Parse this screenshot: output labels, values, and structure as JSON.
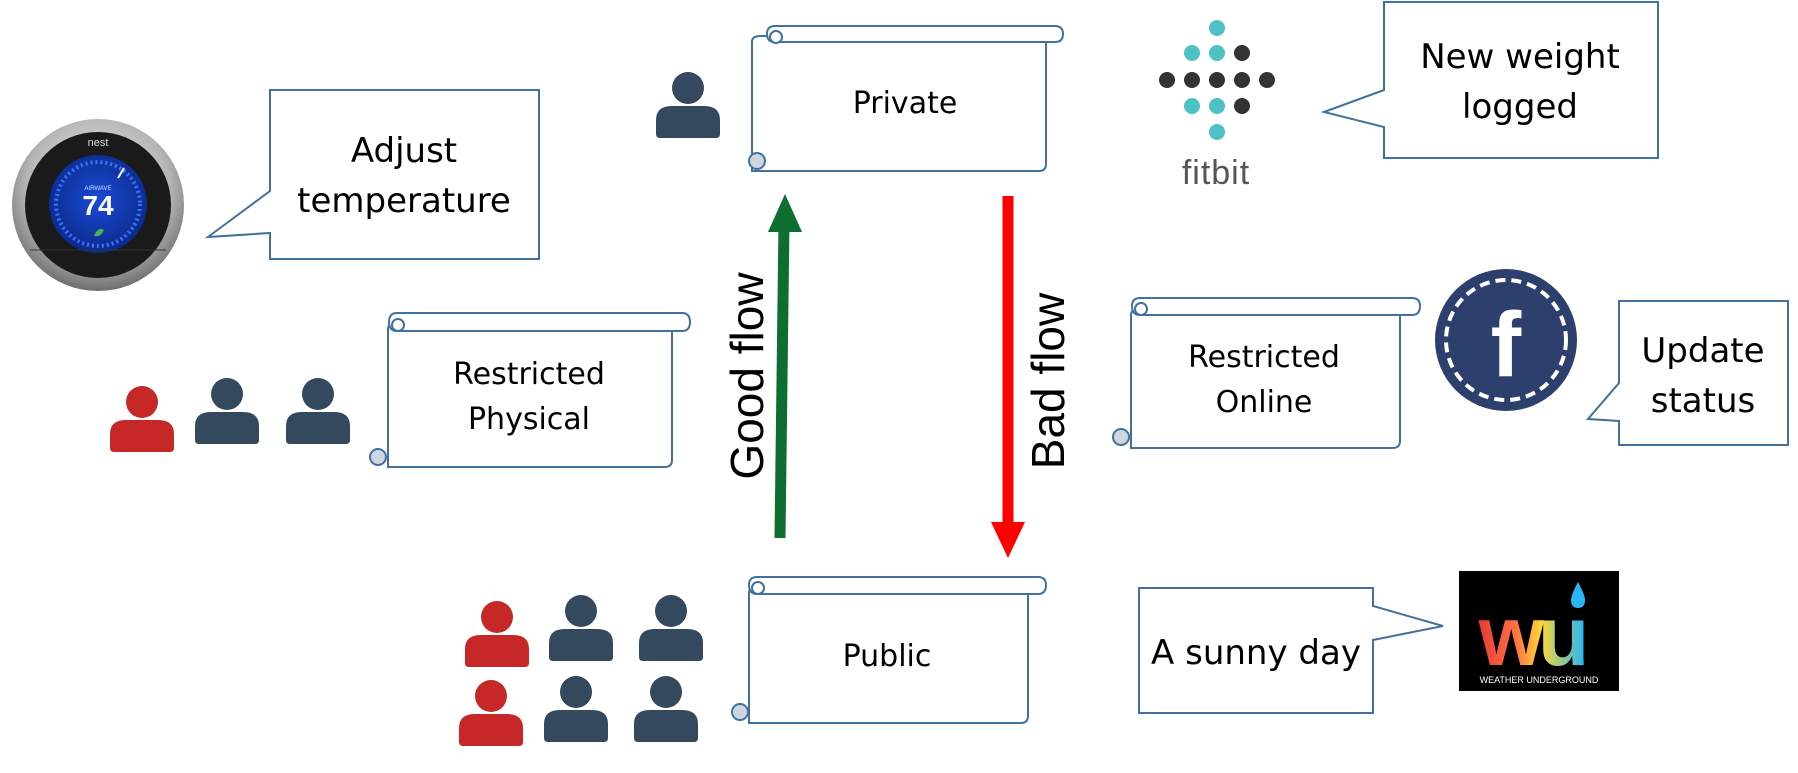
{
  "scrolls": {
    "private": {
      "label": "Private"
    },
    "restricted_physical": {
      "line1": "Restricted",
      "line2": "Physical"
    },
    "restricted_online": {
      "line1": "Restricted",
      "line2": "Online"
    },
    "public": {
      "label": "Public"
    }
  },
  "flows": {
    "good": {
      "label": "Good flow",
      "color": "#0e6e2f"
    },
    "bad": {
      "label": "Bad flow",
      "color": "#ff0000"
    }
  },
  "bubbles": {
    "nest": {
      "line1": "Adjust",
      "line2": "temperature"
    },
    "fitbit": {
      "line1": "New weight",
      "line2": "logged"
    },
    "facebook": {
      "line1": "Update",
      "line2": "status"
    },
    "weather": {
      "line1": "A sunny day"
    }
  },
  "devices": {
    "nest": {
      "brand": "nest",
      "mode": "AIRWAVE",
      "temperature": "74"
    },
    "fitbit": {
      "brand": "fitbit"
    },
    "facebook": {
      "glyph": "f"
    },
    "weather": {
      "logo": "wu",
      "caption": "WEATHER UNDERGROUND"
    }
  },
  "colors": {
    "outline": "#41719c",
    "person_dark": "#34495e",
    "person_red": "#c62828",
    "facebook_blue": "#2d3f6c",
    "fitbit_teal": "#4cc2c4",
    "fitbit_dark": "#333333"
  }
}
